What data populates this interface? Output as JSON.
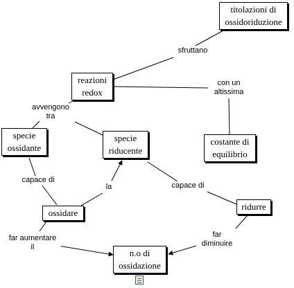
{
  "nodes": {
    "titolazioni": "titolazioni di\nossidoriduzione",
    "reazioni": "reazioni\nredox",
    "specie_ossidante": "specie\nossidante",
    "specie_riducente": "specie\nriducente",
    "costante": "costante di\nequilibrio",
    "ossidare": "ossidare",
    "ridurre": "ridurre",
    "no_ossidazione": "n.o di\nossidazione"
  },
  "links": {
    "sfruttano": "sfruttano",
    "con_un_altissima": "con un\naltissima",
    "avvengono_tra": "avvengono\ntra",
    "capace_di_1": "capace di",
    "la": "la",
    "capace_di_2": "capace di",
    "far_aumentare_il": "far aumentare\nil",
    "far_diminuire": "far\ndiminuire"
  },
  "icons": {
    "resource": "document-icon"
  }
}
